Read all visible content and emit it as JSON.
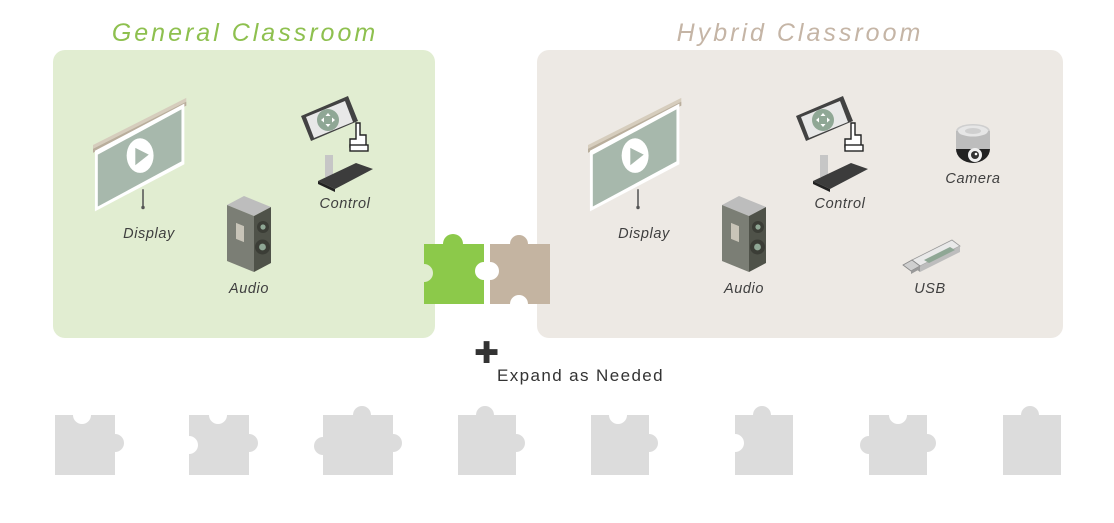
{
  "general": {
    "title": "General Classroom",
    "labels": {
      "display": "Display",
      "audio": "Audio",
      "control": "Control"
    }
  },
  "hybrid": {
    "title": "Hybrid Classroom",
    "labels": {
      "display": "Display",
      "audio": "Audio",
      "control": "Control",
      "camera": "Camera",
      "usb": "USB"
    }
  },
  "expand": {
    "text": "Expand as Needed"
  },
  "colors": {
    "general_title": "#8ec04f",
    "hybrid_title": "#c5b5a6",
    "general_panel": "#e1edd1",
    "hybrid_panel": "#ede9e4",
    "puzzle_green": "#8cc94a",
    "puzzle_tan": "#c4b4a1",
    "puzzle_gray": "#dcdcdc"
  },
  "icons": [
    "projector-screen-icon",
    "speaker-icon",
    "touch-panel-icon",
    "camera-icon",
    "usb-icon",
    "puzzle-piece-icon",
    "plus-icon"
  ]
}
